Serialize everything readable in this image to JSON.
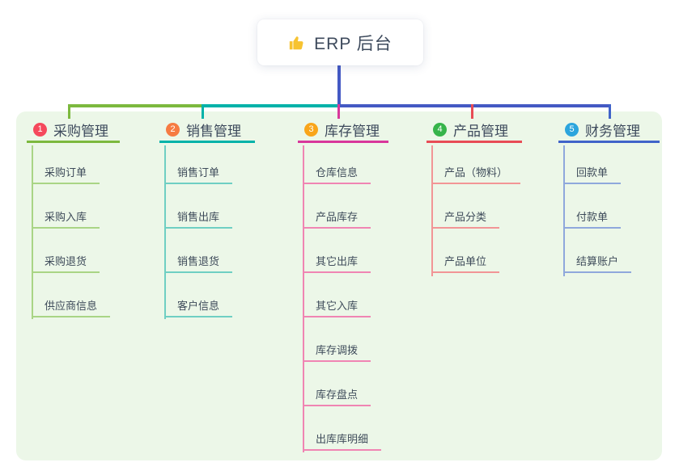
{
  "root": {
    "title": "ERP 后台",
    "icon": "thumbs-up-icon"
  },
  "branches": [
    {
      "index": "1",
      "title": "采购管理",
      "color": "#7CB93E",
      "light_color": "#A9D585",
      "badge_color": "#F5495C",
      "children": [
        "采购订单",
        "采购入库",
        "采购退货",
        "供应商信息"
      ]
    },
    {
      "index": "2",
      "title": "销售管理",
      "color": "#00B2A9",
      "light_color": "#6FCFC3",
      "badge_color": "#F67B42",
      "children": [
        "销售订单",
        "销售出库",
        "销售退货",
        "客户信息"
      ]
    },
    {
      "index": "3",
      "title": "库存管理",
      "color": "#D8379B",
      "light_color": "#F085B3",
      "badge_color": "#F9A51A",
      "children": [
        "仓库信息",
        "产品库存",
        "其它出库",
        "其它入库",
        "库存调拨",
        "库存盘点",
        "出库库明细"
      ]
    },
    {
      "index": "4",
      "title": "产品管理",
      "color": "#E84C55",
      "light_color": "#F29596",
      "badge_color": "#36B44A",
      "children": [
        "产品（物料）",
        "产品分类",
        "产品单位"
      ]
    },
    {
      "index": "5",
      "title": "财务管理",
      "color": "#4063C9",
      "light_color": "#8FA8DC",
      "badge_color": "#2CA5DD",
      "children": [
        "回款单",
        "付款单",
        "结算账户"
      ]
    }
  ],
  "colors": {
    "canvas": "#FFFFFF",
    "panel": "#ECF7E8",
    "stem": "#4459C4",
    "text": "#3D4A5C",
    "thumb": "#F7C331"
  }
}
